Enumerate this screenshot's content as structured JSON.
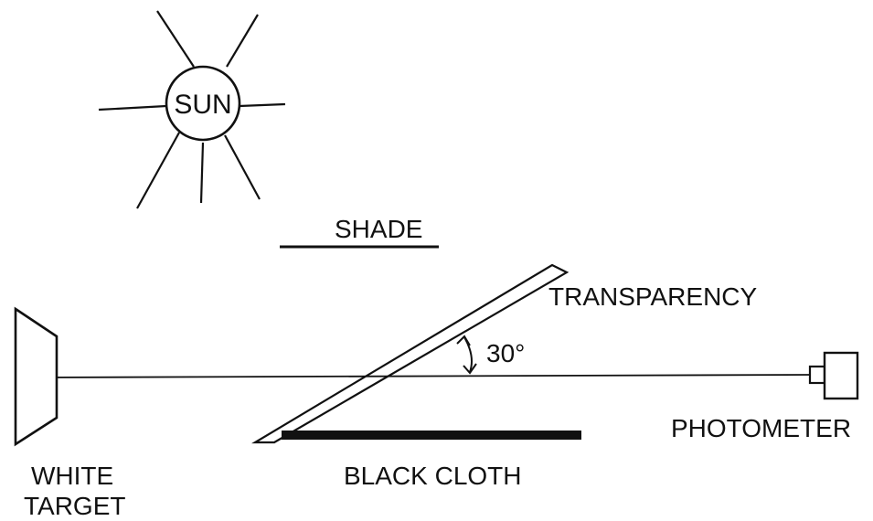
{
  "labels": {
    "sun": "SUN",
    "shade": "SHADE",
    "transparency": "TRANSPARENCY",
    "angle": "30°",
    "photometer": "PHOTOMETER",
    "white_target_line1": "WHITE",
    "white_target_line2": "TARGET",
    "black_cloth": "BLACK CLOTH"
  },
  "colors": {
    "ink": "#111111",
    "background": "#ffffff"
  }
}
